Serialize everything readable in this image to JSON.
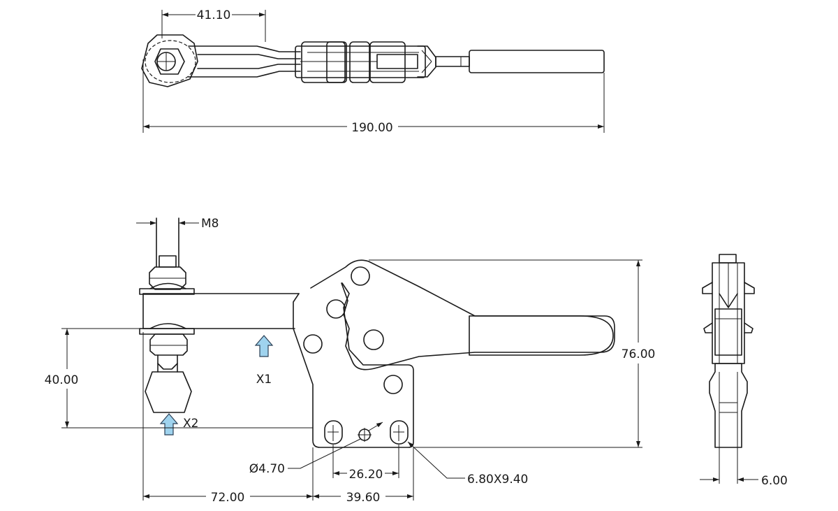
{
  "dimensions": {
    "top_arm_length": "41.10",
    "overall_length": "190.00",
    "thread_size": "M8",
    "height_76": "76.00",
    "height_40": "40.00",
    "label_x1": "X1",
    "label_x2": "X2",
    "hole_dia": "Ø4.70",
    "hole_spacing": "26.20",
    "slot_size": "6.80X9.40",
    "base_offset": "72.00",
    "base_width": "39.60",
    "side_thickness": "6.00"
  },
  "colors": {
    "line": "#1a1a1a",
    "force_arrow": "#9fd3ee"
  }
}
